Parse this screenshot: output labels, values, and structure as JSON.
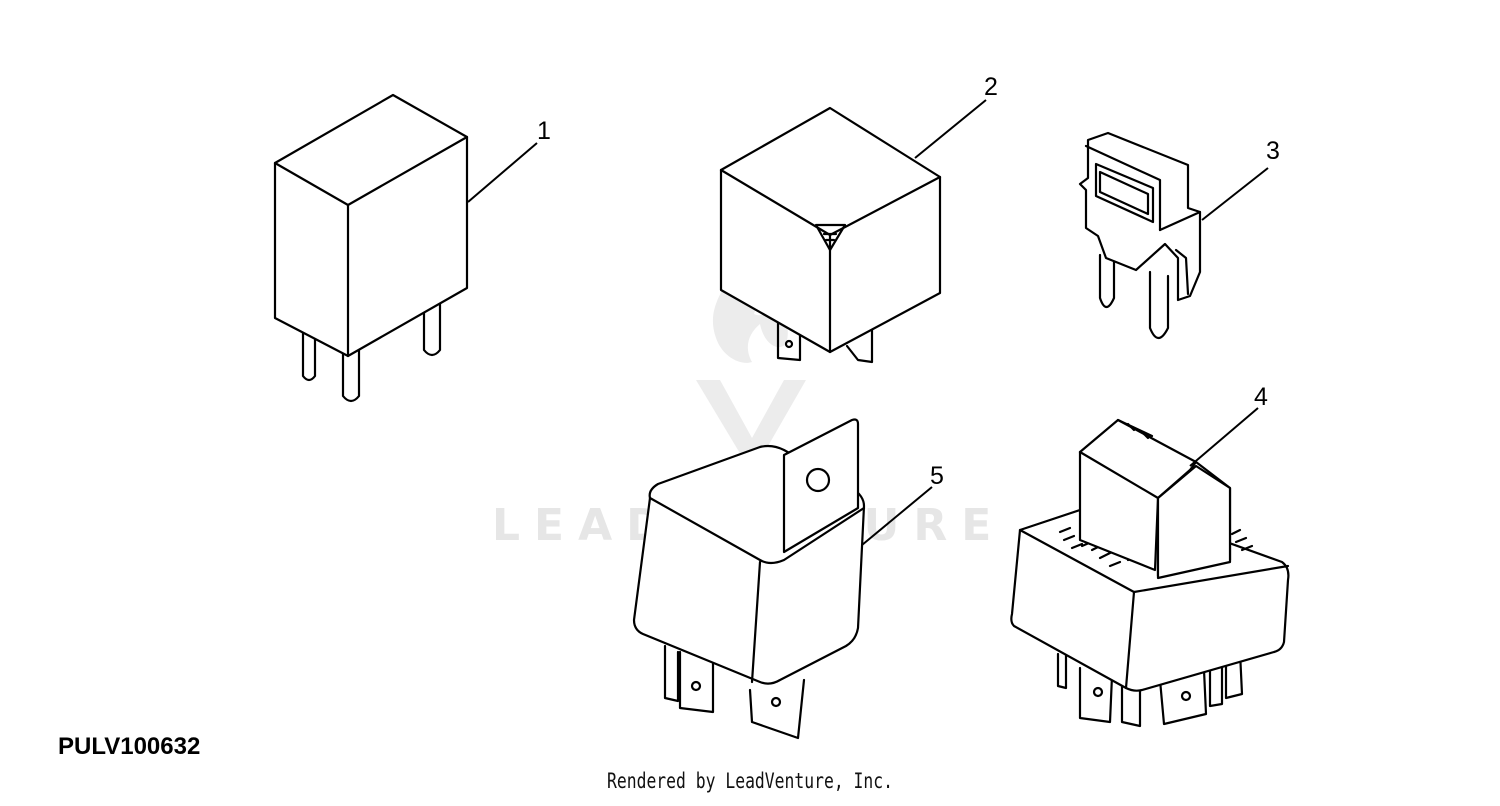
{
  "figure_id": "PULV100632",
  "credit": "Rendered by LeadVenture, Inc.",
  "watermark": {
    "text": "LEADVENTURE"
  },
  "callouts": [
    {
      "id": "1",
      "label": "1",
      "part": "mini relay"
    },
    {
      "id": "2",
      "label": "2",
      "part": "square relay"
    },
    {
      "id": "3",
      "label": "3",
      "part": "micro relay"
    },
    {
      "id": "4",
      "label": "4",
      "part": "bracket relay multi-pin"
    },
    {
      "id": "5",
      "label": "5",
      "part": "relay with mounting tab"
    }
  ]
}
